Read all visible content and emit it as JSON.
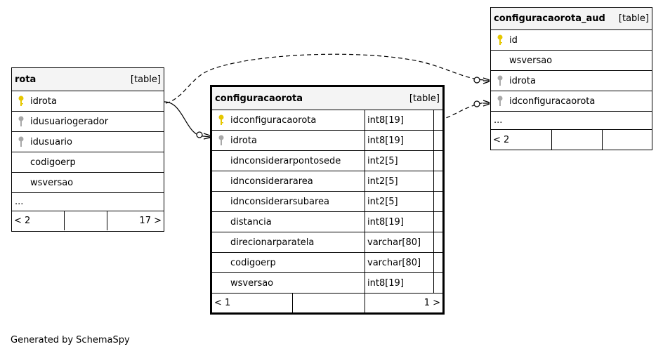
{
  "tables": {
    "rota": {
      "name": "rota",
      "kind": "[table]",
      "columns": [
        {
          "name": "idrota",
          "icon": "primary-key-icon"
        },
        {
          "name": "idusuariogerador",
          "icon": "foreign-key-icon"
        },
        {
          "name": "idusuario",
          "icon": "foreign-key-icon"
        },
        {
          "name": "codigoerp",
          "icon": ""
        },
        {
          "name": "wsversao",
          "icon": ""
        }
      ],
      "ellipsis": "...",
      "footer": {
        "left": "< 2",
        "middle": "",
        "right": "17 >"
      }
    },
    "configuracaorota": {
      "name": "configuracaorota",
      "kind": "[table]",
      "columns": [
        {
          "name": "idconfiguracaorota",
          "type": "int8[19]",
          "icon": "primary-key-icon"
        },
        {
          "name": "idrota",
          "type": "int8[19]",
          "icon": "foreign-key-icon"
        },
        {
          "name": "idnconsiderarpontosede",
          "type": "int2[5]",
          "icon": ""
        },
        {
          "name": "idnconsiderararea",
          "type": "int2[5]",
          "icon": ""
        },
        {
          "name": "idnconsiderarsubarea",
          "type": "int2[5]",
          "icon": ""
        },
        {
          "name": "distancia",
          "type": "int8[19]",
          "icon": ""
        },
        {
          "name": "direcionarparatela",
          "type": "varchar[80]",
          "icon": ""
        },
        {
          "name": "codigoerp",
          "type": "varchar[80]",
          "icon": ""
        },
        {
          "name": "wsversao",
          "type": "int8[19]",
          "icon": ""
        }
      ],
      "footer": {
        "left": "< 1",
        "middle": "",
        "right": "1 >"
      }
    },
    "configuracaorota_aud": {
      "name": "configuracaorota_aud",
      "kind": "[table]",
      "columns": [
        {
          "name": "id",
          "icon": "primary-key-icon"
        },
        {
          "name": "wsversao",
          "icon": ""
        },
        {
          "name": "idrota",
          "icon": "foreign-key-icon"
        },
        {
          "name": "idconfiguracaorota",
          "icon": "foreign-key-icon"
        }
      ],
      "ellipsis": "...",
      "footer": {
        "left": "< 2",
        "middle": "",
        "right": ""
      }
    }
  },
  "colors": {
    "primary_key": "#e6c700",
    "foreign_key": "#a8a8a8",
    "header_bg": "#f4f4f4",
    "line": "#000000"
  },
  "credit": "Generated by SchemaSpy"
}
